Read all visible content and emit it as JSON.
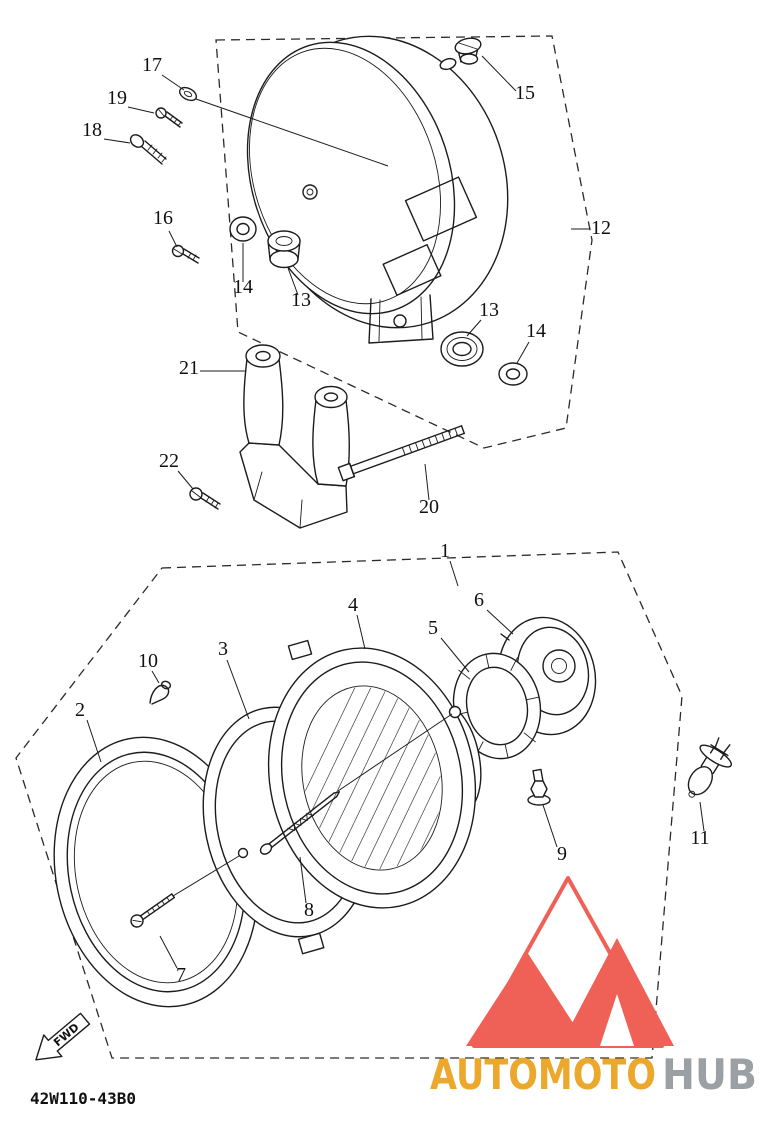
{
  "diagram": {
    "part_code": "42W110-43B0",
    "fwd_label": "FWD",
    "ink_color": "#1c1c1c",
    "callouts": {
      "c1": "1",
      "c2": "2",
      "c3": "3",
      "c4": "4",
      "c5": "5",
      "c6": "6",
      "c7": "7",
      "c8": "8",
      "c9": "9",
      "c10": "10",
      "c11": "11",
      "c12": "12",
      "c13a": "13",
      "c13b": "13",
      "c14a": "14",
      "c14b": "14",
      "c15": "15",
      "c16": "16",
      "c17": "17",
      "c18": "18",
      "c19": "19",
      "c20": "20",
      "c21": "21",
      "c22": "22"
    }
  },
  "watermark": {
    "brand_primary": "AUTOMOTO",
    "brand_secondary": "HUB",
    "triangle_color": "#ef6156",
    "primary_text_color": "#eba82c",
    "secondary_text_color": "#9aa0a3"
  }
}
